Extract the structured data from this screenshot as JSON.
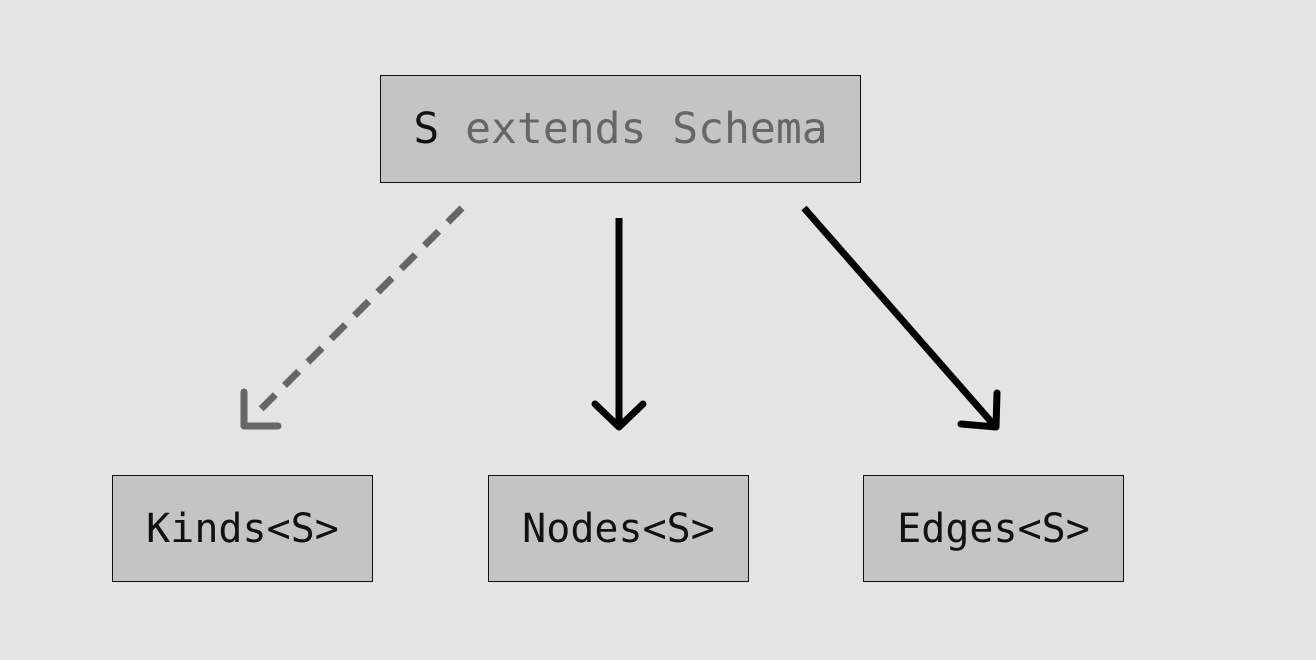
{
  "root": {
    "type_param": "S",
    "keyword": "extends",
    "bound": "Schema"
  },
  "children": [
    {
      "id": "kinds",
      "label": "Kinds<S>",
      "edge_style": "dashed"
    },
    {
      "id": "nodes",
      "label": "Nodes<S>",
      "edge_style": "solid"
    },
    {
      "id": "edges",
      "label": "Edges<S>",
      "edge_style": "solid"
    }
  ],
  "colors": {
    "background": "#e4e4e4",
    "box_fill": "#c4c4c4",
    "text": "#111111",
    "muted_text": "#666666",
    "solid_arrow": "#000000",
    "dashed_arrow": "#666666"
  }
}
